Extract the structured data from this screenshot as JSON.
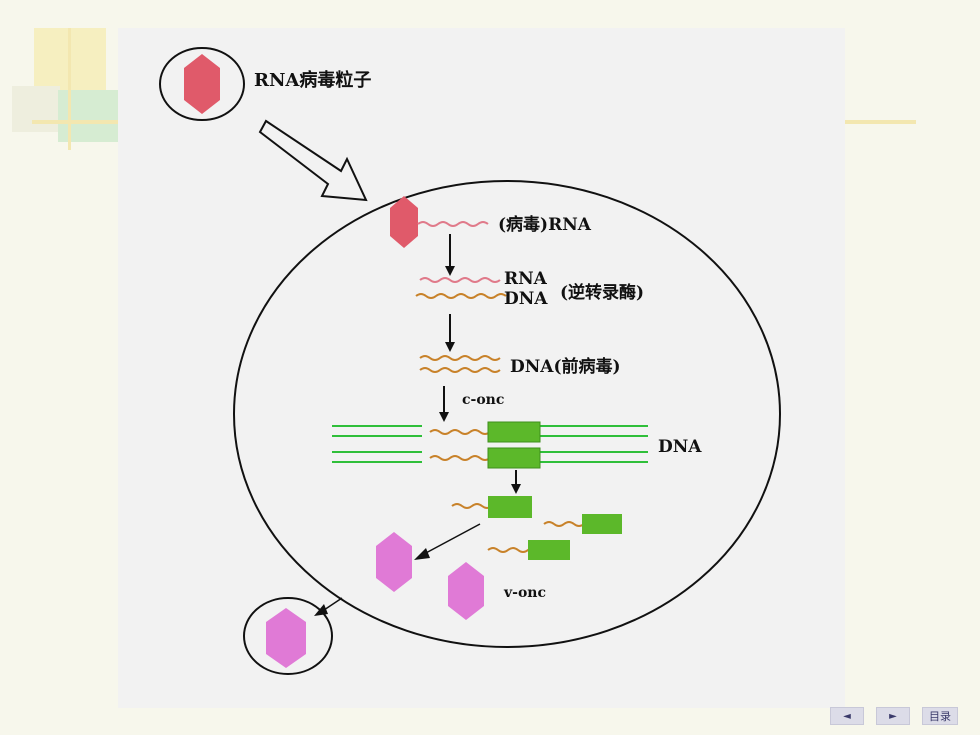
{
  "diagram": {
    "virus_particle_label": "RNA病毒粒子",
    "viral_rna_label": "(病毒)RNA",
    "rt_rna_label": "RNA",
    "rt_dna_label": "DNA",
    "rt_enzyme_label": "(逆转录酶)",
    "provirus_label": "DNA(前病毒)",
    "c_onc_label": "c-onc",
    "host_dna_label": "DNA",
    "v_onc_label": "v-onc"
  },
  "colors": {
    "rna_strand": "#e07a8a",
    "dna_strand": "#c8822a",
    "host_dna": "#2fbf3a",
    "oncogene_block": "#5cb82a",
    "virus_capsid": "#e05a6a",
    "new_virion": "#e07ad6"
  },
  "nav": {
    "prev": "◄",
    "next": "►",
    "menu": "目录"
  }
}
